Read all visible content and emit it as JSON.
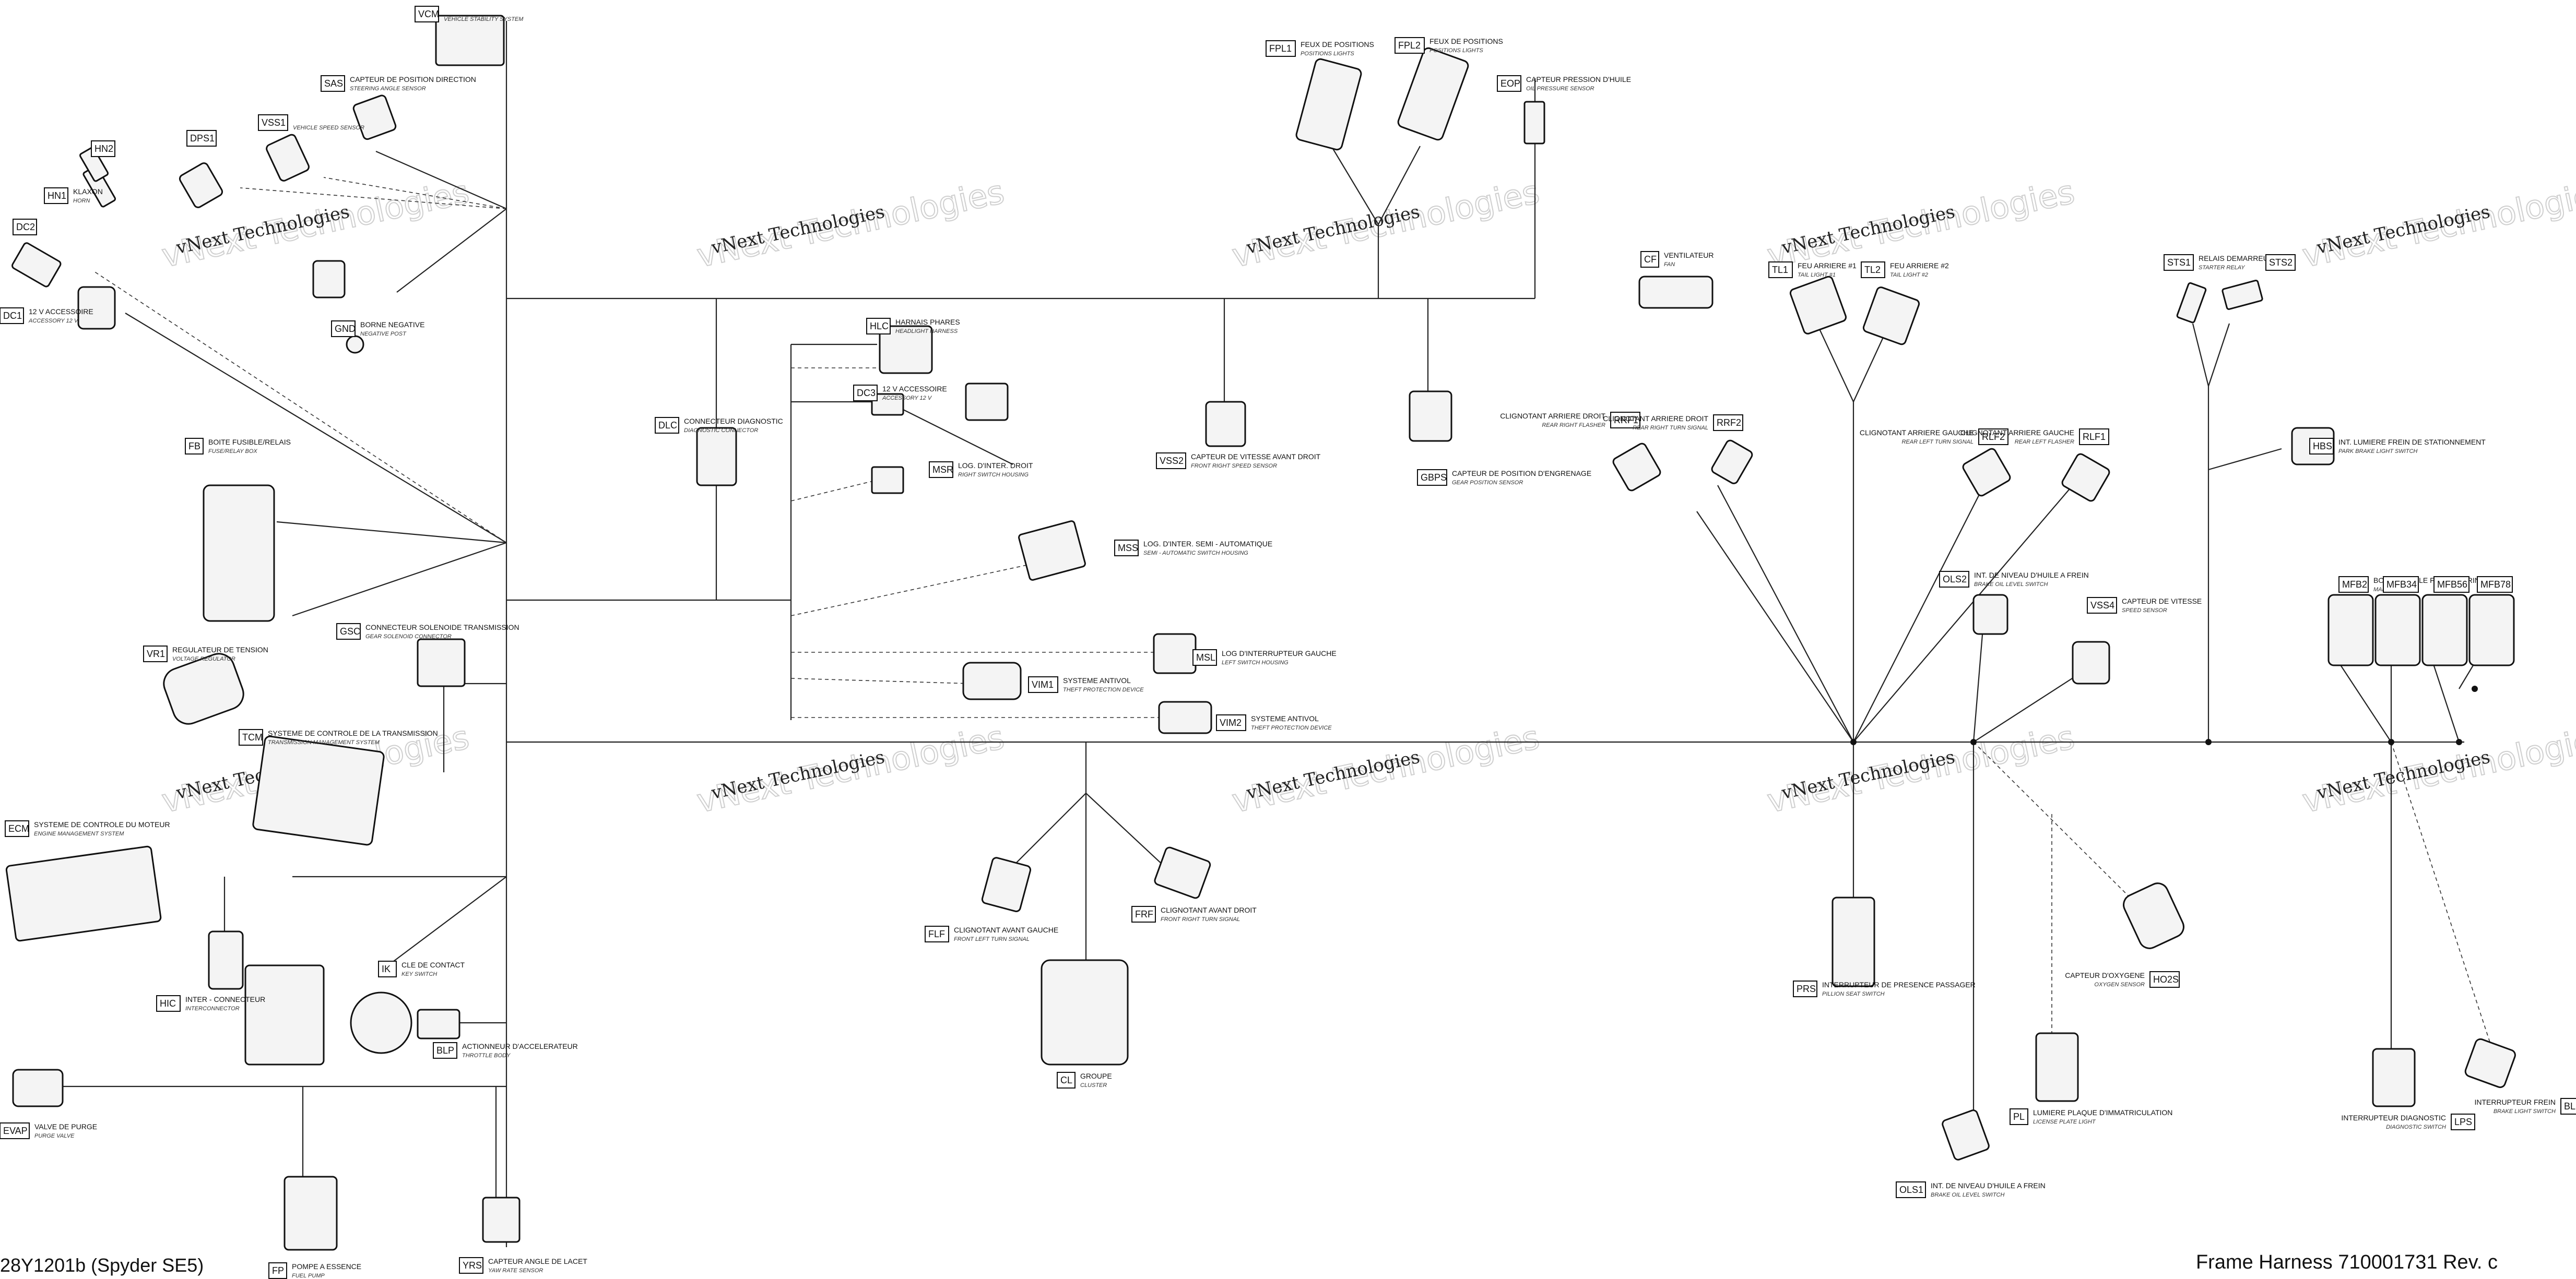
{
  "footer": {
    "left": "28Y1201b (Spyder SE5)",
    "right": "Frame Harness 710001731 Rev. c"
  },
  "watermark": {
    "line1": "vNext Technologies",
    "line2": "vNext Technologies"
  },
  "components": [
    {
      "id": "VCM",
      "fr": "",
      "en": "VEHICLE STABILITY SYSTEM"
    },
    {
      "id": "SAS",
      "fr": "CAPTEUR DE POSITION DIRECTION",
      "en": "STEERING ANGLE SENSOR"
    },
    {
      "id": "VSS1",
      "fr": "",
      "en": "VEHICLE SPEED SENSOR"
    },
    {
      "id": "DPS1",
      "fr": "",
      "en": ""
    },
    {
      "id": "HN2",
      "fr": "",
      "en": ""
    },
    {
      "id": "HN1",
      "fr": "KLAXON",
      "en": "HORN"
    },
    {
      "id": "DC2",
      "fr": "",
      "en": ""
    },
    {
      "id": "DC1",
      "fr": "12 V ACCESSOIRE",
      "en": "ACCESSORY 12 V"
    },
    {
      "id": "GND",
      "fr": "BORNE NEGATIVE",
      "en": "NEGATIVE POST"
    },
    {
      "id": "HLC",
      "fr": "HARNAIS PHARES",
      "en": "HEADLIGHT HARNESS"
    },
    {
      "id": "DC3",
      "fr": "12 V ACCESSOIRE",
      "en": "ACCESSORY 12 V"
    },
    {
      "id": "DLC",
      "fr": "CONNECTEUR DIAGNOSTIC",
      "en": "DIAGNOSTIC CONNECTOR"
    },
    {
      "id": "MSR",
      "fr": "LOG. D'INTER. DROIT",
      "en": "RIGHT SWITCH HOUSING"
    },
    {
      "id": "MSS",
      "fr": "LOG. D'INTER. SEMI - AUTOMATIQUE",
      "en": "SEMI - AUTOMATIC SWITCH HOUSING"
    },
    {
      "id": "MSL",
      "fr": "LOG D'INTERRUPTEUR GAUCHE",
      "en": "LEFT SWITCH HOUSING"
    },
    {
      "id": "VIM1",
      "fr": "SYSTEME ANTIVOL",
      "en": "THEFT PROTECTION DEVICE"
    },
    {
      "id": "VIM2",
      "fr": "SYSTEME ANTIVOL",
      "en": "THEFT PROTECTION DEVICE"
    },
    {
      "id": "FB",
      "fr": "BOITE FUSIBLE/RELAIS",
      "en": "FUSE/RELAY BOX"
    },
    {
      "id": "VR1",
      "fr": "REGULATEUR DE TENSION",
      "en": "VOLTAGE REGULATOR"
    },
    {
      "id": "GSC",
      "fr": "CONNECTEUR SOLENOIDE TRANSMISSION",
      "en": "GEAR SOLENOID CONNECTOR"
    },
    {
      "id": "TCM",
      "fr": "SYSTEME DE CONTROLE DE LA TRANSMISSION",
      "en": "TRANSMISSION MANAGEMENT SYSTEM"
    },
    {
      "id": "ECM",
      "fr": "SYSTEME DE CONTROLE DU MOTEUR",
      "en": "ENGINE MANAGEMENT SYSTEM"
    },
    {
      "id": "HIC",
      "fr": "INTER - CONNECTEUR",
      "en": "INTERCONNECTOR"
    },
    {
      "id": "IK",
      "fr": "CLE DE CONTACT",
      "en": "KEY SWITCH"
    },
    {
      "id": "BLP",
      "fr": "ACTIONNEUR D'ACCELERATEUR",
      "en": "THROTTLE BODY"
    },
    {
      "id": "EVAP",
      "fr": "VALVE DE PURGE",
      "en": "PURGE VALVE"
    },
    {
      "id": "FP",
      "fr": "POMPE A ESSENCE",
      "en": "FUEL PUMP"
    },
    {
      "id": "YRS",
      "fr": "CAPTEUR ANGLE DE LACET",
      "en": "YAW RATE SENSOR"
    },
    {
      "id": "FPL1",
      "fr": "FEUX DE POSITIONS",
      "en": "POSITIONS LIGHTS"
    },
    {
      "id": "FPL2",
      "fr": "FEUX DE POSITIONS",
      "en": "POSITIONS LIGHTS"
    },
    {
      "id": "EOP",
      "fr": "CAPTEUR PRESSION D'HUILE",
      "en": "OIL PRESSURE SENSOR"
    },
    {
      "id": "CF",
      "fr": "VENTILATEUR",
      "en": "FAN"
    },
    {
      "id": "VSS2",
      "fr": "CAPTEUR DE VITESSE AVANT DROIT",
      "en": "FRONT RIGHT SPEED SENSOR"
    },
    {
      "id": "GBPS",
      "fr": "CAPTEUR DE POSITION D'ENGRENAGE",
      "en": "GEAR POSITION SENSOR"
    },
    {
      "id": "FLF",
      "fr": "CLIGNOTANT AVANT GAUCHE",
      "en": "FRONT LEFT TURN SIGNAL"
    },
    {
      "id": "FRF",
      "fr": "CLIGNOTANT AVANT DROIT",
      "en": "FRONT RIGHT TURN SIGNAL"
    },
    {
      "id": "CL",
      "fr": "GROUPE",
      "en": "CLUSTER"
    },
    {
      "id": "TL1",
      "fr": "FEU ARRIERE #1",
      "en": "TAIL LIGHT #1"
    },
    {
      "id": "TL2",
      "fr": "FEU ARRIERE #2",
      "en": "TAIL LIGHT #2"
    },
    {
      "id": "RRF1",
      "fr": "CLIGNOTANT ARRIERE DROIT",
      "en": "REAR RIGHT FLASHER"
    },
    {
      "id": "RRF2",
      "fr": "CLIGNOTANT ARRIERE DROIT",
      "en": "REAR RIGHT TURN SIGNAL"
    },
    {
      "id": "RLF2",
      "fr": "CLIGNOTANT ARRIERE GAUCHE",
      "en": "REAR LEFT TURN SIGNAL"
    },
    {
      "id": "RLF1",
      "fr": "CLIGNOTANT ARRIERE GAUCHE",
      "en": "REAR LEFT FLASHER"
    },
    {
      "id": "OLS2",
      "fr": "INT. DE NIVEAU D'HUILE A FREIN",
      "en": "BRAKE OIL LEVEL SWITCH"
    },
    {
      "id": "VSS4",
      "fr": "CAPTEUR DE VITESSE",
      "en": "SPEED SENSOR"
    },
    {
      "id": "PRS",
      "fr": "INTERRUPTEUR DE PRESENCE PASSAGER",
      "en": "PILLION SEAT SWITCH"
    },
    {
      "id": "HO2S",
      "fr": "CAPTEUR D'OXYGENE",
      "en": "OXYGEN SENSOR"
    },
    {
      "id": "PL",
      "fr": "LUMIERE PLAQUE D'IMMATRICULATION",
      "en": "LICENSE PLATE LIGHT"
    },
    {
      "id": "OLS1",
      "fr": "INT. DE NIVEAU D'HUILE A FREIN",
      "en": "BRAKE OIL LEVEL SWITCH"
    },
    {
      "id": "STS1",
      "fr": "RELAIS DEMARREUR",
      "en": "STARTER RELAY"
    },
    {
      "id": "STS2",
      "fr": "",
      "en": ""
    },
    {
      "id": "HBS",
      "fr": "INT. LUMIERE FREIN DE STATIONNEMENT",
      "en": "PARK BRAKE LIGHT SWITCH"
    },
    {
      "id": "MFB2",
      "fr": "BOITE FUSIBLE FUSIBLE PRINCIPAL",
      "en": "MAIN FUSE BOX"
    },
    {
      "id": "MFB34",
      "fr": "",
      "en": ""
    },
    {
      "id": "MFB56",
      "fr": "",
      "en": ""
    },
    {
      "id": "MFB78",
      "fr": "",
      "en": ""
    },
    {
      "id": "LPS",
      "fr": "INTERRUPTEUR DIAGNOSTIC",
      "en": "DIAGNOSTIC SWITCH"
    },
    {
      "id": "BLS",
      "fr": "INTERRUPTEUR FREIN",
      "en": "BRAKE LIGHT SWITCH"
    }
  ]
}
